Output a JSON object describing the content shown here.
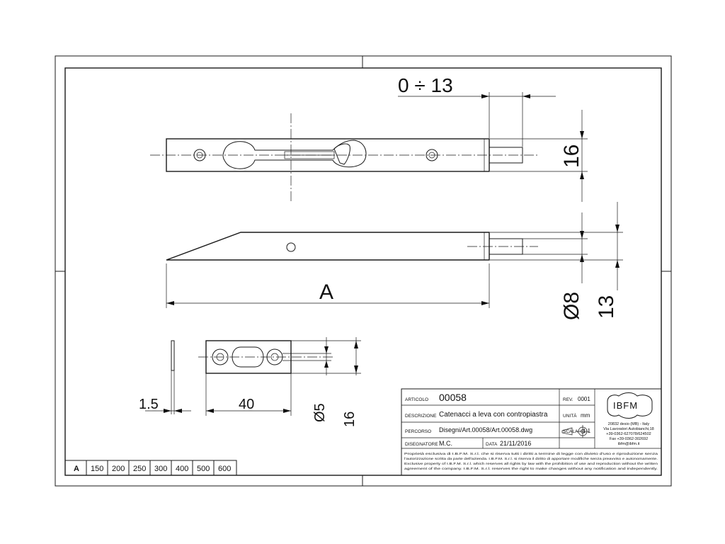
{
  "dimensions": {
    "stroke_range": "0 ÷ 13",
    "top_height": "16",
    "length": "A",
    "pin_diameter": "Ø8",
    "side_height": "13",
    "plate_thickness": "1.5",
    "plate_length": "40",
    "hole_diameter": "Ø5",
    "plate_height": "16"
  },
  "title_block": {
    "articolo_label": "ARTICOLO",
    "articolo_value": "00058",
    "rev_label": "REV.",
    "rev_value": "0001",
    "descrizione_label": "DESCRIZIONE",
    "descrizione_value": "Catenacci a leva con contropiastra",
    "unita_label": "UNITÀ",
    "unita_value": "mm",
    "percorso_label": "PERCORSO",
    "percorso_value": "Disegni/Art.00058/Art.00058.dwg",
    "scala_label": "SCALA",
    "scala_value": "1:1",
    "disegnatore_label": "DISEGNATORE",
    "disegnatore_value": "M.C.",
    "data_label": "DATA",
    "data_value": "21/11/2016",
    "logo": "IBFM",
    "address_1": "20832 desio (MB) - Italy",
    "address_2": "Via Lavoratori Autobianchi,18",
    "phone": "+39-0362-627078/624502",
    "fax": "Fax +39-0362-302692",
    "email": "ibfm@ibfm.it",
    "legal_1": "Proprietà esclusiva di I.B.F.M. S.r.l. che si riserva tutti i diritti a termine di legge con divieto d'uso e riproduzione senza",
    "legal_2": "l'autorizzazione scritta da parte dell'azienda. I.B.F.M. S.r.l. si riserva il diritto di apportare modifiche senza preavviso e autonomamente.",
    "legal_3": "Exclusive property of I.B.F.M. S.r.l. which reserves all rights by law with the prohibition of use and reproduction without the written",
    "legal_4": "agreement of the company. I.B.F.M. S.r.l. reserves the right to make changes without any notification and independently."
  },
  "size_table": {
    "label": "A",
    "values": [
      "150",
      "200",
      "250",
      "300",
      "400",
      "500",
      "600"
    ]
  }
}
